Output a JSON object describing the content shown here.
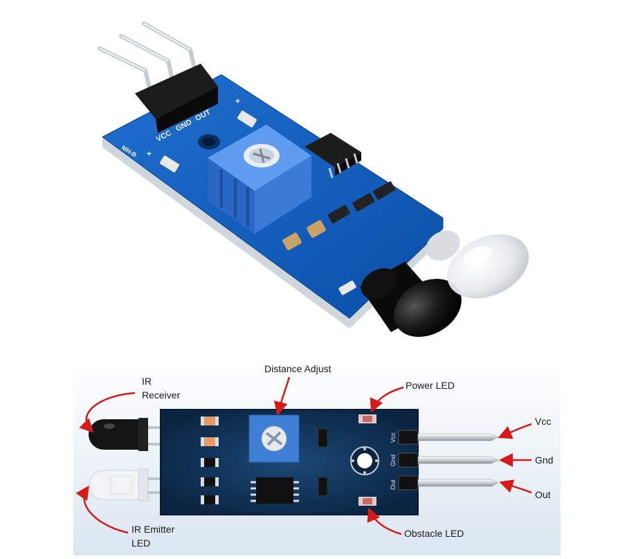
{
  "photo": {
    "silkscreen": {
      "out": "OUT",
      "gnd": "GND",
      "vcc": "VCC",
      "plus": "+",
      "model": "MH-B"
    }
  },
  "diagram": {
    "labels": {
      "ir_receiver": [
        "IR",
        "Receiver"
      ],
      "distance_adjust": "Distance Adjust",
      "power_led": "Power LED",
      "vcc": "Vcc",
      "gnd": "Gnd",
      "out": "Out",
      "ir_emitter": [
        "IR Emitter",
        "LED"
      ],
      "obstacle_led": "Obstacle LED"
    },
    "pin_labels": {
      "vcc": "Vcc",
      "gnd": "Gnd",
      "out": "Out"
    },
    "colors": {
      "pcb": "#0d2a4a",
      "pcb_edge": "#081c33",
      "pot": "#3f7fd6",
      "arrow": "#d61a1a",
      "background_fade": "#dbe6f1",
      "resistor": "#e89a66"
    }
  }
}
